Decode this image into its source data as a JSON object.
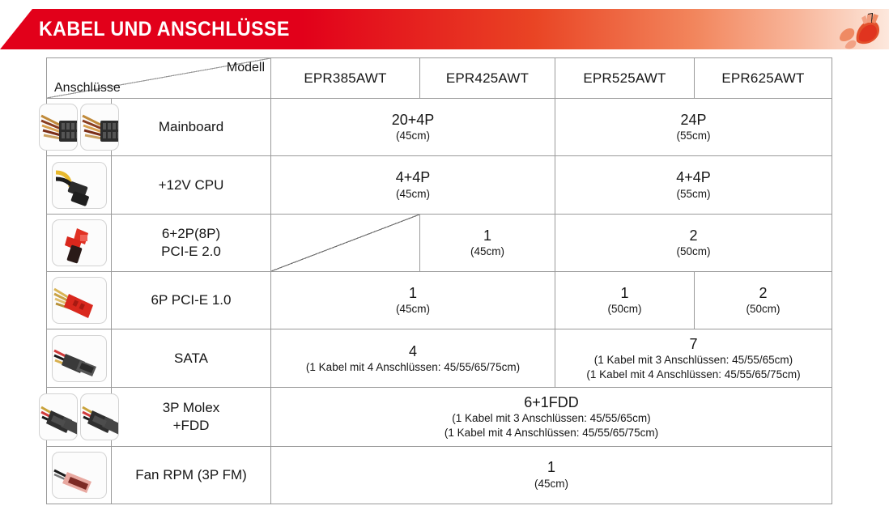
{
  "banner": {
    "title": "KABEL UND ANSCHLÜSSE",
    "logo_icon": "brand-flame-logo",
    "color_start": "#e2001a",
    "color_end": "#fde8dd"
  },
  "table": {
    "corner": {
      "model_label": "Modell",
      "connector_label": "Anschlüsse"
    },
    "models": [
      "EPR385AWT",
      "EPR425AWT",
      "EPR525AWT",
      "EPR625AWT"
    ],
    "rows": [
      {
        "name": "Mainboard",
        "icon": "mainboard-24pin-connector-icon",
        "icon_count": 2,
        "cells": [
          {
            "span": 2,
            "value": "20+4P",
            "length": "(45cm)"
          },
          {
            "span": 2,
            "value": "24P",
            "length": "(55cm)"
          }
        ]
      },
      {
        "name": "+12V CPU",
        "icon": "cpu-8pin-connector-icon",
        "icon_count": 1,
        "cells": [
          {
            "span": 2,
            "value": "4+4P",
            "length": "(45cm)"
          },
          {
            "span": 2,
            "value": "4+4P",
            "length": "(55cm)"
          }
        ]
      },
      {
        "name": "6+2P(8P)\nPCI-E 2.0",
        "name_line1": "6+2P(8P)",
        "name_line2": "PCI-E 2.0",
        "icon": "pcie-8pin-red-connector-icon",
        "icon_count": 1,
        "cells": [
          {
            "span": 1,
            "unavailable": true,
            "value": "",
            "length": ""
          },
          {
            "span": 1,
            "value": "1",
            "length": "(45cm)"
          },
          {
            "span": 2,
            "value": "2",
            "length": "(50cm)"
          }
        ]
      },
      {
        "name": "6P PCI-E 1.0",
        "icon": "pcie-6pin-red-connector-icon",
        "icon_count": 1,
        "cells": [
          {
            "span": 2,
            "value": "1",
            "length": "(45cm)"
          },
          {
            "span": 1,
            "value": "1",
            "length": "(50cm)"
          },
          {
            "span": 1,
            "value": "2",
            "length": "(50cm)"
          }
        ]
      },
      {
        "name": "SATA",
        "icon": "sata-power-connector-icon",
        "icon_count": 1,
        "cells": [
          {
            "span": 2,
            "value": "4",
            "notes": [
              "(1 Kabel mit 4 Anschlüssen: 45/55/65/75cm)"
            ]
          },
          {
            "span": 2,
            "value": "7",
            "notes": [
              "(1 Kabel mit 3 Anschlüssen: 45/55/65cm)",
              "(1 Kabel mit 4 Anschlüssen: 45/55/65/75cm)"
            ]
          }
        ]
      },
      {
        "name": "3P Molex\n+FDD",
        "name_line1": "3P Molex",
        "name_line2": "+FDD",
        "icon": "molex-fdd-connector-icon",
        "icon_count": 2,
        "cells": [
          {
            "span": 4,
            "value": "6+1FDD",
            "notes": [
              "(1 Kabel mit 3 Anschlüssen: 45/55/65cm)",
              "(1 Kabel mit 4 Anschlüssen: 45/55/65/75cm)"
            ]
          }
        ]
      },
      {
        "name": "Fan RPM (3P FM)",
        "icon": "fan-rpm-3pin-connector-icon",
        "icon_count": 1,
        "cells": [
          {
            "span": 4,
            "value": "1",
            "length": "(45cm)"
          }
        ]
      }
    ]
  }
}
